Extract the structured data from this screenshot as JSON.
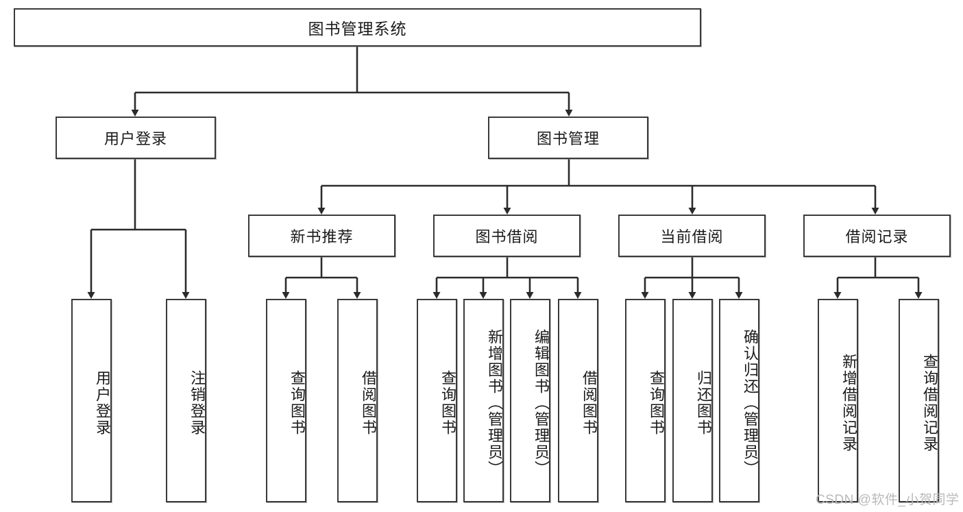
{
  "diagram": {
    "title": "图书管理系统",
    "type": "tree-hierarchy-diagram",
    "watermark": "CSDN @软件_小贺同学",
    "colors": {
      "box_border": "#3a3a3a",
      "box_fill": "#ffffff",
      "connector": "#2b2b2b",
      "text": "#1a1a1a",
      "watermark": "#b9b9b9"
    },
    "nodes": {
      "root": {
        "label": "图书管理系统"
      },
      "level2": [
        {
          "id": "user-login",
          "label": "用户登录"
        },
        {
          "id": "book-manage",
          "label": "图书管理"
        }
      ],
      "level3": [
        {
          "id": "new-book-recommend",
          "label": "新书推荐"
        },
        {
          "id": "book-borrow",
          "label": "图书借阅"
        },
        {
          "id": "current-borrow",
          "label": "当前借阅"
        },
        {
          "id": "borrow-record",
          "label": "借阅记录"
        }
      ],
      "leaves": {
        "user_login": [
          {
            "id": "leaf-user-login",
            "label": "用户登录"
          },
          {
            "id": "leaf-logout-login",
            "label": "注销登录"
          }
        ],
        "new_book_recommend": [
          {
            "id": "leaf-query-book-1",
            "label": "查询图书"
          },
          {
            "id": "leaf-borrow-book-1",
            "label": "借阅图书"
          }
        ],
        "book_borrow": [
          {
            "id": "leaf-query-book-2",
            "label": "查询图书"
          },
          {
            "id": "leaf-add-book",
            "label": "新增图书（管理员）"
          },
          {
            "id": "leaf-edit-book",
            "label": "编辑图书（管理员）"
          },
          {
            "id": "leaf-borrow-book-2",
            "label": "借阅图书"
          }
        ],
        "current_borrow": [
          {
            "id": "leaf-query-book-3",
            "label": "查询图书"
          },
          {
            "id": "leaf-return-book",
            "label": "归还图书"
          },
          {
            "id": "leaf-confirm-return",
            "label": "确认归还（管理员）"
          }
        ],
        "borrow_record": [
          {
            "id": "leaf-add-record",
            "label": "新增借阅记录"
          },
          {
            "id": "leaf-query-record",
            "label": "查询借阅记录"
          }
        ]
      }
    }
  }
}
